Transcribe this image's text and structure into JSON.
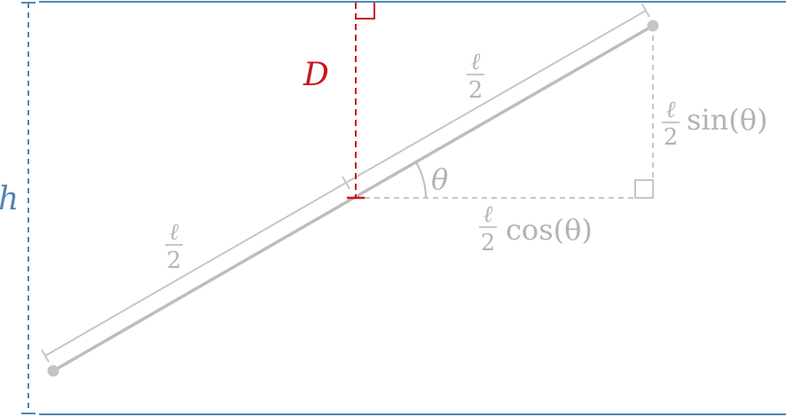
{
  "colors": {
    "line_blue": "#4f86b4",
    "needle_grey": "#bdbdbd",
    "guide_grey": "#c6c6c6",
    "dist_red": "#c8171d",
    "label_grey": "#b3b3b3"
  },
  "labels": {
    "h": "h",
    "D": "D",
    "ell": "ℓ",
    "two": "2",
    "theta": "θ",
    "sin_text": "sin(θ)",
    "cos_text": "cos(θ)"
  }
}
